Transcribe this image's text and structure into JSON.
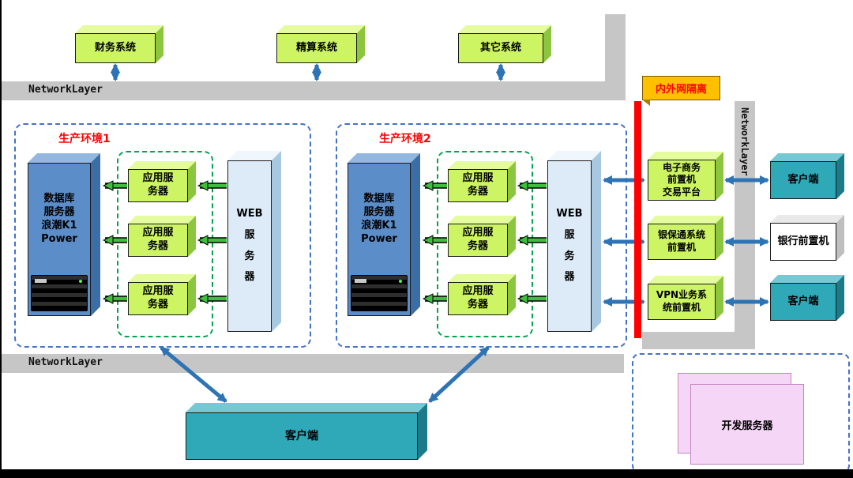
{
  "network": {
    "top_label": "NetworkLayer",
    "bottom_label": "NetworkLayer",
    "right_label": "NetworkLayer"
  },
  "top_systems": [
    {
      "label": "财务系统"
    },
    {
      "label": "精算系统"
    },
    {
      "label": "其它系统"
    }
  ],
  "environments": [
    {
      "title": "生产环境1",
      "db_label": "数据库\n服务器\n浪潮K1\nPower",
      "app_label": "应用服\n务器",
      "web_label": "WEB\n服\n务\n器"
    },
    {
      "title": "生产环境2",
      "db_label": "数据库\n服务器\n浪潮K1\nPower",
      "app_label": "应用服\n务器",
      "web_label": "WEB\n服\n务\n器"
    }
  ],
  "isolation": {
    "label": "内外网隔离"
  },
  "frontends": [
    {
      "label": "电子商务\n前置机\n交易平台"
    },
    {
      "label": "银保通系统\n前置机"
    },
    {
      "label": "VPN业务系\n统前置机"
    }
  ],
  "right_clients": [
    {
      "label": "客户端"
    },
    {
      "label": "银行前置机"
    },
    {
      "label": "客户端"
    }
  ],
  "client_main": {
    "label": "客户端"
  },
  "dev": {
    "label": "开发服务器"
  },
  "colors": {
    "green_box": "#ccf463",
    "teal_box": "#2fa8b8",
    "db_blue": "#5b8dc9",
    "web_blue": "#dcebf7",
    "bar_gray": "#c6c6c6",
    "isolation_red": "#ff0000",
    "ribbon_orange": "#ffc000",
    "arrow_blue": "#2e74b5",
    "arrow_green": "#3dbe3d",
    "dev_pink": "#f6d6f6"
  }
}
